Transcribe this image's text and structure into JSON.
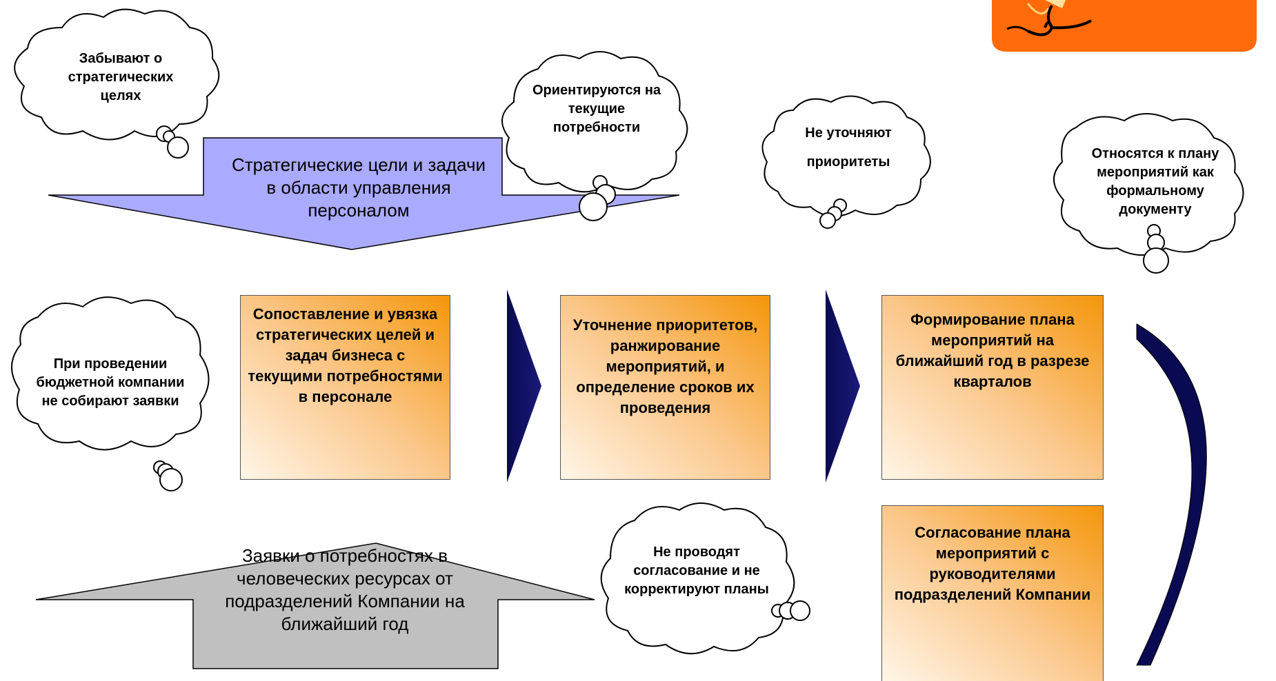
{
  "colors": {
    "orange_box_dark": "#f5960a",
    "orange_box_light": "#fff6e8",
    "navy_arrow": "#0a0a52",
    "lavender_arrow": "#aaaaff",
    "grey_arrow": "#c0c0c0",
    "logo_orange": "#ff6b0a"
  },
  "clouds": {
    "forget_goals": "Забывают о стратегических целях",
    "current_needs": "Ориентируются на текущие потребности",
    "no_priorities_1": "Не уточняют",
    "no_priorities_2": "приоритеты",
    "formal_plan": "Относятся к плану мероприятий как формальному документу",
    "no_requests": "При проведении бюджетной компании не собирают заявки",
    "no_agreement": "Не проводят согласование и не корректируют планы"
  },
  "arrows": {
    "strategic_goals": "Стратегические цели и задачи в области управления персоналом",
    "requests": "Заявки о потребностях в человеческих ресурсах от подразделений Компании на ближайший год"
  },
  "boxes": {
    "matching": "Сопоставление и увязка стратегических целей и задач бизнеса с текущими потребностями в персонале",
    "prioritizing": "Уточнение приоритетов, ранжирование мероприятий, и определение сроков их проведения",
    "plan_forming": "Формирование плана мероприятий на ближайший год в разрезе кварталов",
    "plan_agreement": "Согласование плана мероприятий с руководителями подразделений Компании"
  },
  "icons": {
    "logo": "running-figure-logo-icon"
  }
}
